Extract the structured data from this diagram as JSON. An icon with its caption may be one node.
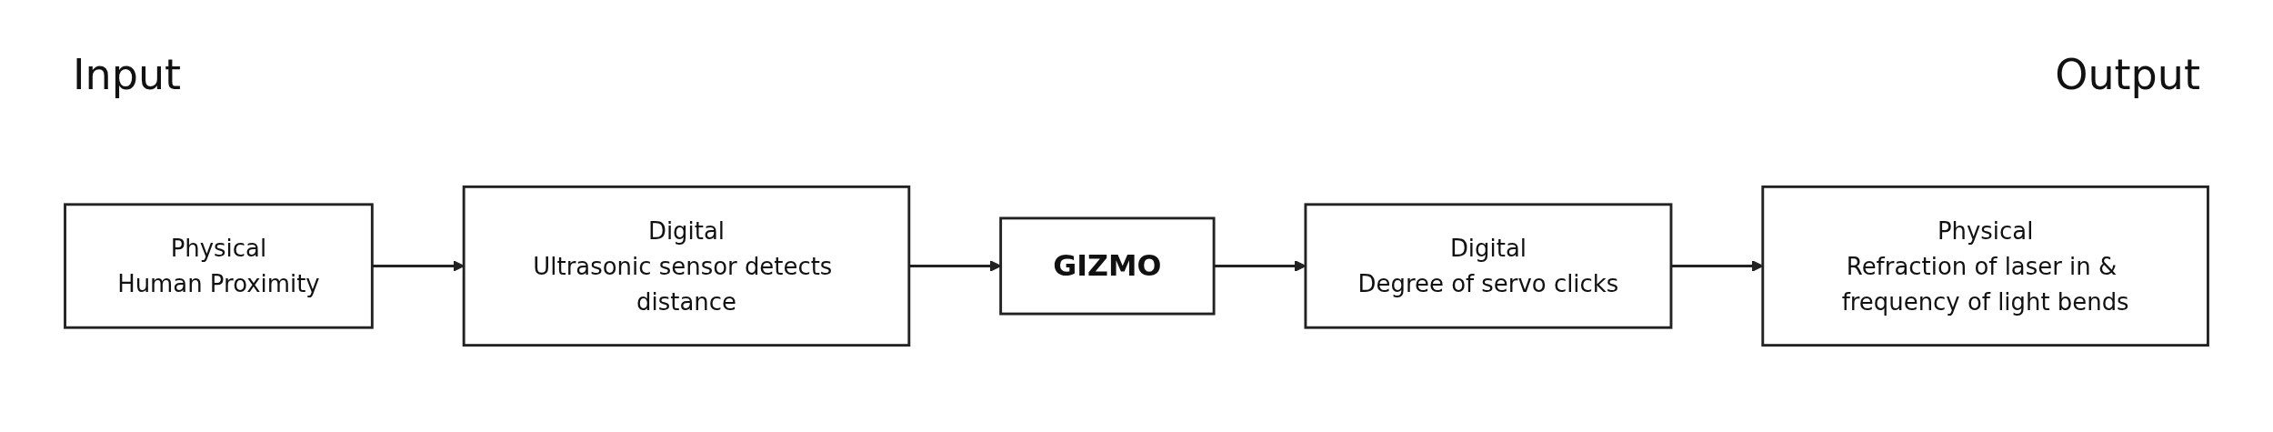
{
  "diagram": {
    "nodes": [
      {
        "text": [
          "Physical",
          "Human Proximity"
        ]
      },
      {
        "text": [
          "Digital",
          "Ultrasonic sensor detects distance"
        ]
      },
      {
        "text": [
          "GIZMO"
        ]
      },
      {
        "text": [
          "Digital",
          "Degree of servo clicks"
        ]
      },
      {
        "text": [
          "Physical",
          "Refraction of laser in & frequency of light bends"
        ]
      }
    ],
    "edges": [
      {
        "from": 0,
        "to": 1,
        "arrow": "to"
      },
      {
        "from": 1,
        "to": 2,
        "arrow": "to"
      },
      {
        "from": 2,
        "to": 3,
        "arrow": "to"
      },
      {
        "from": 3,
        "to": 4,
        "arrow": "to"
      }
    ],
    "labels": [
      "Input",
      "Output"
    ]
  }
}
